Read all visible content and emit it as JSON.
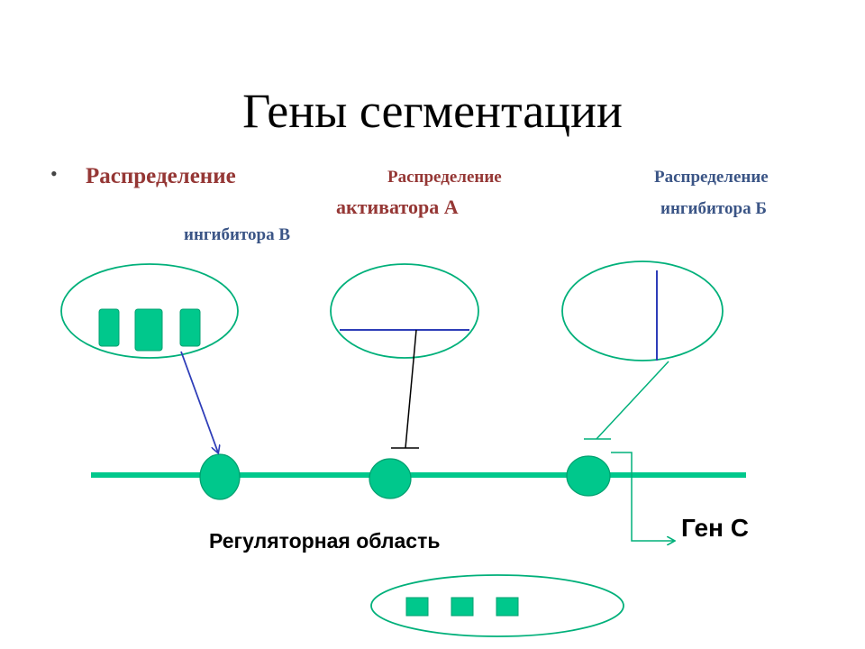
{
  "title": "Гены сегментации",
  "labels": {
    "dist1": "Распределение",
    "dist1_suffix": "ингибитора В",
    "dist2": "Распределение",
    "dist2_suffix": "активатора А",
    "dist3": "Распределение",
    "dist3_suffix": "ингибитора Б",
    "regulatory": "Регуляторная область",
    "gene": "Ген С"
  },
  "colors": {
    "green": "#00b07a",
    "fill": "#00c88c",
    "blue": "#2e3db8",
    "red_text": "#953735",
    "blue_text": "#3b5586"
  }
}
